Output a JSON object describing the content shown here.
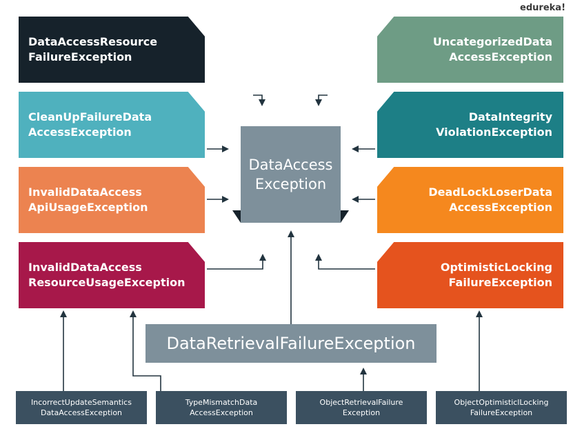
{
  "watermark": "edureka!",
  "center": {
    "line1": "DataAccess",
    "line2": "Exception"
  },
  "left_panes": [
    {
      "line1": "DataAccessResource",
      "line2": "FailureException",
      "color": "#16222b"
    },
    {
      "line1": "CleanUpFailureData",
      "line2": "AccessException",
      "color": "#4fb1be"
    },
    {
      "line1": "InvalidDataAccess",
      "line2": "ApiUsageException",
      "color": "#ec8350"
    },
    {
      "line1": "InvalidDataAccess",
      "line2": "ResourceUsageException",
      "color": "#a7184a"
    }
  ],
  "right_panes": [
    {
      "line1": "UncategorizedData",
      "line2": "AccessException",
      "color": "#6e9c85"
    },
    {
      "line1": "DataIntegrity",
      "line2": "ViolationException",
      "color": "#1d7f86"
    },
    {
      "line1": "DeadLockLoserData",
      "line2": "AccessException",
      "color": "#f5881e"
    },
    {
      "line1": "OptimisticLocking",
      "line2": "FailureException",
      "color": "#e5531e"
    }
  ],
  "retrieval": "DataRetrievalFailureException",
  "bottom_boxes": [
    {
      "line1": "IncorrectUpdateSemantics",
      "line2": "DataAccessException"
    },
    {
      "line1": "TypeMismatchData",
      "line2": "AccessException"
    },
    {
      "line1": "ObjectRetrievalFailure",
      "line2": "Exception"
    },
    {
      "line1": "ObjectOptimisticlLocking",
      "line2": "FailureException"
    }
  ]
}
